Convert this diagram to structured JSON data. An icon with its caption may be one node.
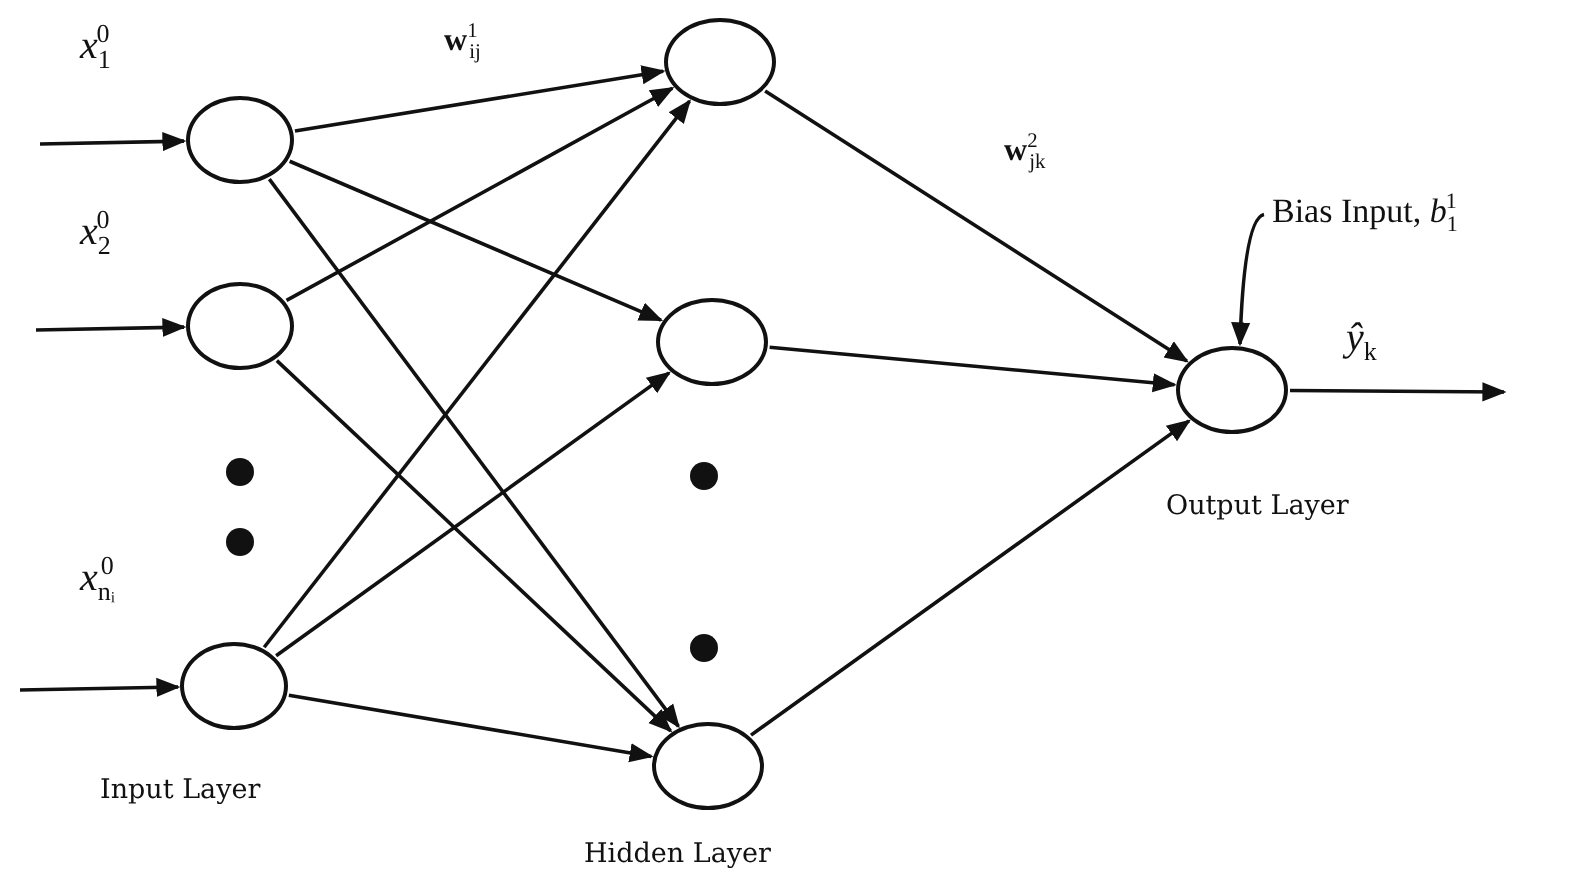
{
  "diagram": {
    "nodes": [
      {
        "text": [],
        "shape": "circle"
      },
      {
        "text": [],
        "shape": "circle"
      },
      {
        "text": [],
        "shape": "circle",
        "beside": [
          "Input Layer"
        ]
      },
      {
        "text": [],
        "shape": "circle"
      },
      {
        "text": [],
        "shape": "circle"
      },
      {
        "text": [],
        "shape": "circle",
        "beside": [
          "Hidden Layer"
        ]
      },
      {
        "text": [],
        "shape": "circle",
        "beside": [
          "Output Layer"
        ]
      },
      {
        "text": [
          "Bias Input, *b*$_{1}$$^{1}$"
        ]
      }
    ],
    "edges": [
      {
        "from": null,
        "to": 0,
        "arrow": "to",
        "label": "*x*$_{1}$$^{0}$"
      },
      {
        "from": null,
        "to": 1,
        "arrow": "to",
        "label": "*x*$_{2}$$^{0}$"
      },
      {
        "from": null,
        "to": 2,
        "arrow": "to",
        "label": "*x*$_{nᵢ}$$^{0}$"
      },
      {
        "from": 0,
        "to": 3,
        "arrow": "to"
      },
      {
        "from": 0,
        "to": 4,
        "arrow": "to"
      },
      {
        "from": 0,
        "to": 5,
        "arrow": "to"
      },
      {
        "from": 1,
        "to": 3,
        "arrow": "to"
      },
      {
        "from": 1,
        "to": 5,
        "arrow": "to"
      },
      {
        "from": 2,
        "to": 3,
        "arrow": "to"
      },
      {
        "from": 2,
        "to": 4,
        "arrow": "to"
      },
      {
        "from": 2,
        "to": 5,
        "arrow": "to"
      },
      {
        "from": 3,
        "to": 6,
        "arrow": "to"
      },
      {
        "from": 4,
        "to": 6,
        "arrow": "to"
      },
      {
        "from": 5,
        "to": 6,
        "arrow": "to"
      },
      {
        "from": 6,
        "to": null,
        "arrow": "to",
        "label": "*ŷ*$_{k}$"
      },
      {
        "from": 7,
        "to": 6,
        "arrow": "to"
      }
    ],
    "labels": [
      "**w**$^{1}$$_{ij}$",
      "**w**$^{2}$$_{jk}$"
    ]
  }
}
